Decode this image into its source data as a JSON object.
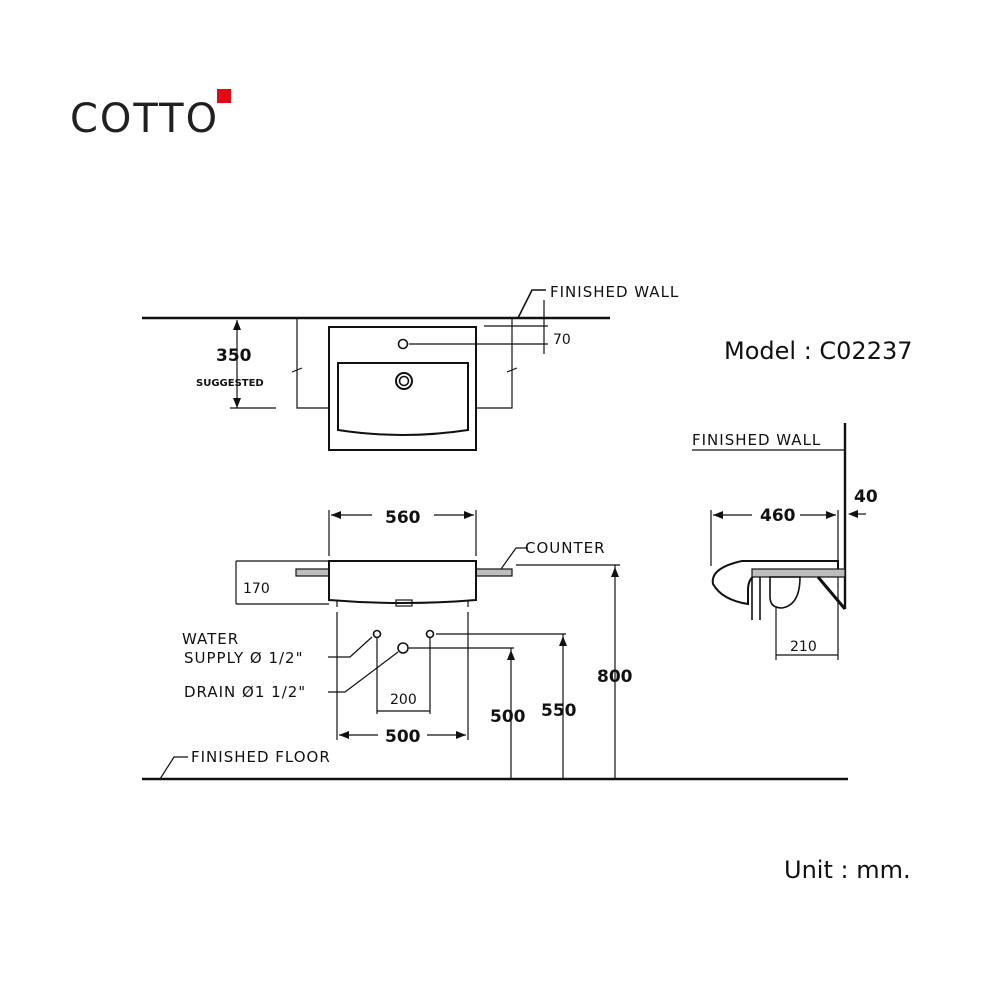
{
  "brand": {
    "name": "COTTO",
    "accent_color": "#e30613"
  },
  "model": "Model : C02237",
  "unit": "Unit : mm.",
  "labels": {
    "finished_wall_top": "FINISHED WALL",
    "finished_wall_side": "FINISHED WALL",
    "counter": "COUNTER",
    "water_supply_line1": "WATER",
    "water_supply_line2": "SUPPLY Ø 1/2\"",
    "drain": "DRAIN Ø1 1/2\"",
    "finished_floor": "FINISHED FLOOR",
    "suggested": "SUGGESTED"
  },
  "dimensions": {
    "d350": "350",
    "d70": "70",
    "d560": "560",
    "d170": "170",
    "d200": "200",
    "d500_width": "500",
    "d500_height": "500",
    "d550": "550",
    "d800": "800",
    "d460": "460",
    "d40": "40",
    "d210": "210"
  }
}
